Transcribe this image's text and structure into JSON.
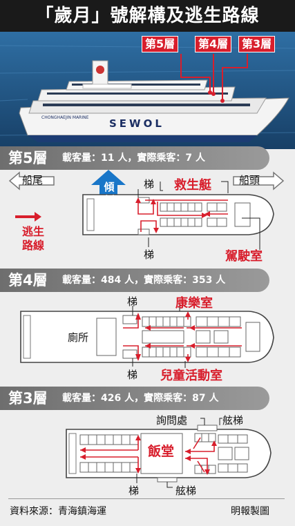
{
  "title": "「歲月」號解構及逃生路線",
  "photo": {
    "ship_name": "SEWOL",
    "operator_mark": "CHONGHAEJIN MARINE",
    "floor_labels": [
      "第5層",
      "第4層",
      "第3層"
    ]
  },
  "decks": [
    {
      "name": "第5層",
      "stats": "載客量：11 人，實際乘客：7 人",
      "stern": "船尾",
      "bow": "船頭",
      "tilt_direction": "傾側方向",
      "stairs": [
        "梯",
        "梯"
      ],
      "lifeboat": "救生艇",
      "bridge": "駕駛室",
      "legend": "逃生路線"
    },
    {
      "name": "第4層",
      "stats": "載客量：484 人，實際乘客：353 人",
      "stairs": [
        "梯",
        "梯"
      ],
      "toilet": "廁所",
      "recreation": "康樂室",
      "kids_room": "兒童活動室"
    },
    {
      "name": "第3層",
      "stats": "載客量：426 人，實際乘客：87 人",
      "info_desk": "詢問處",
      "ship_stairs": [
        "舷梯",
        "舷梯"
      ],
      "stairs": [
        "梯"
      ],
      "dining": "飯堂"
    }
  ],
  "footer": {
    "source": "資料來源：青海鎮海運",
    "credit": "明報製圖"
  },
  "colors": {
    "accent": "#d81e2c",
    "arrow_blue": "#1976c8",
    "banner": "#8a8a8a"
  }
}
